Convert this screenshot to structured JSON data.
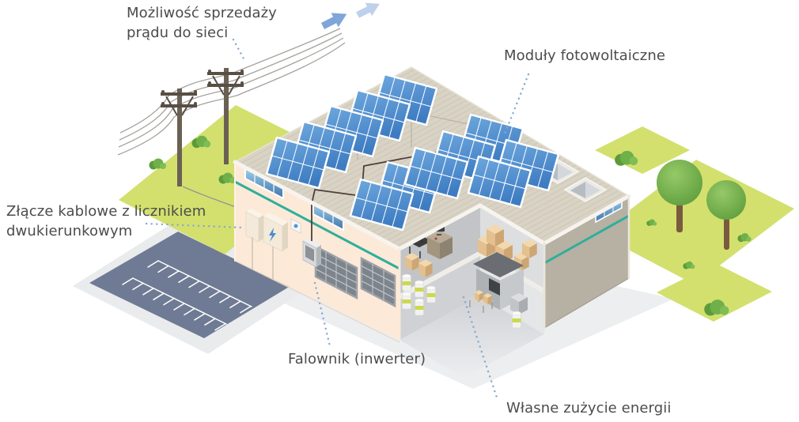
{
  "scene": {
    "type": "isometric-infographic",
    "subject": "Instalacja fotowoltaiczna na budynku przemysłowym",
    "language": "pl"
  },
  "labels": {
    "grid_export": "Możliwość sprzedaży\nprądu do sieci",
    "pv_modules": "Moduły fotowoltaiczne",
    "meter_connector": "Złącze kablowe z licznikiem\ndwukierunkowym",
    "inverter": "Falownik (inwerter)",
    "self_consumption": "Własne zużycie energii"
  },
  "icons": {
    "grid_export_arrows": "arrow-up-right",
    "meter_box_symbol": "lightning-bolt"
  },
  "inventory": {
    "solar_arrays": 12,
    "roof_skylights": 2,
    "utility_poles": 2,
    "trees": 2,
    "export_arrows": 2
  },
  "colors": {
    "accent_teal": "#2fae9b",
    "panel_blue": "#4a8fd3",
    "wall_peach": "#fce9d8",
    "wall_taupe": "#b6b1a2",
    "roof_beige": "#d9d3c5",
    "grass_green": "#d3e06e",
    "parking_gray": "#6f7b94",
    "tree_green": "#6fae49",
    "label_text": "#4c4c4c",
    "leader_blue": "#84a9cf",
    "arrow_blue": "#7fa6d8",
    "arrow_blue_light": "#bdd0ec",
    "meter_bolt_blue": "#4a8bd0"
  }
}
